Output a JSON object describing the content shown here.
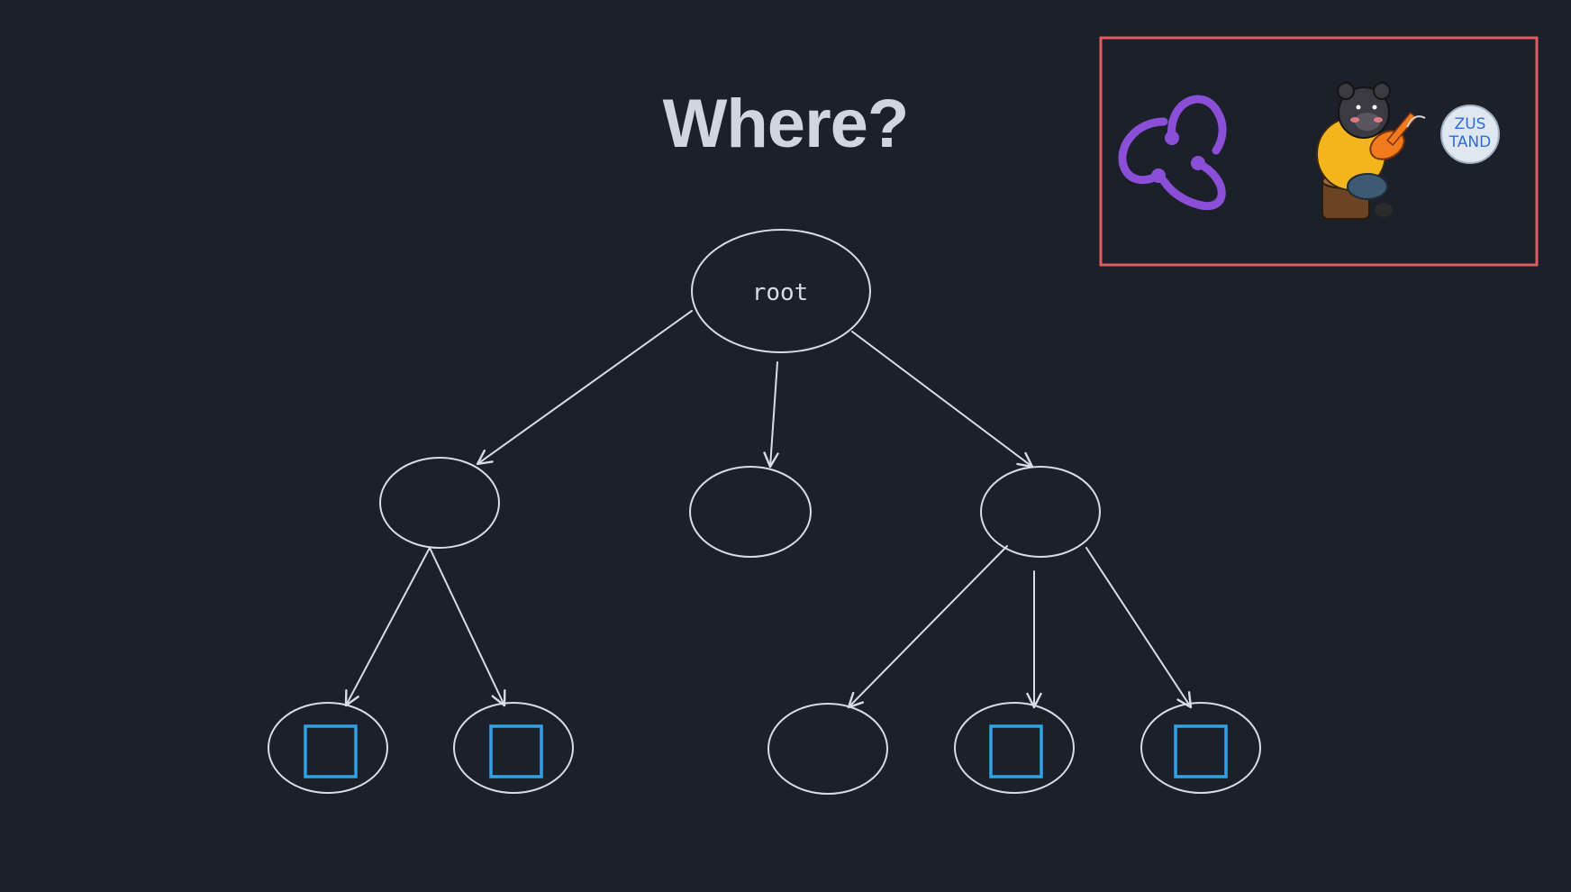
{
  "title": "Where?",
  "root_label": "root",
  "tree": {
    "root": {
      "label": "root",
      "children": [
        "left",
        "middle",
        "right"
      ]
    },
    "left": {
      "children": [
        "left-1",
        "left-2"
      ]
    },
    "middle": {
      "children": []
    },
    "right": {
      "children": [
        "right-1",
        "right-2",
        "right-3"
      ]
    },
    "leaves": [
      {
        "id": "left-1",
        "has_state": true
      },
      {
        "id": "left-2",
        "has_state": true
      },
      {
        "id": "right-1",
        "has_state": false
      },
      {
        "id": "right-2",
        "has_state": true
      },
      {
        "id": "right-3",
        "has_state": true
      }
    ]
  },
  "logos": [
    {
      "name": "redux-logo"
    },
    {
      "name": "zustand-logo",
      "lettering": "ZUS TAND"
    }
  ],
  "colors": {
    "background": "#1c202b",
    "stroke": "#d8dde3",
    "state_box": "#2ea3e6",
    "callout_border": "#e25c63",
    "redux": "#8a4fd6"
  }
}
